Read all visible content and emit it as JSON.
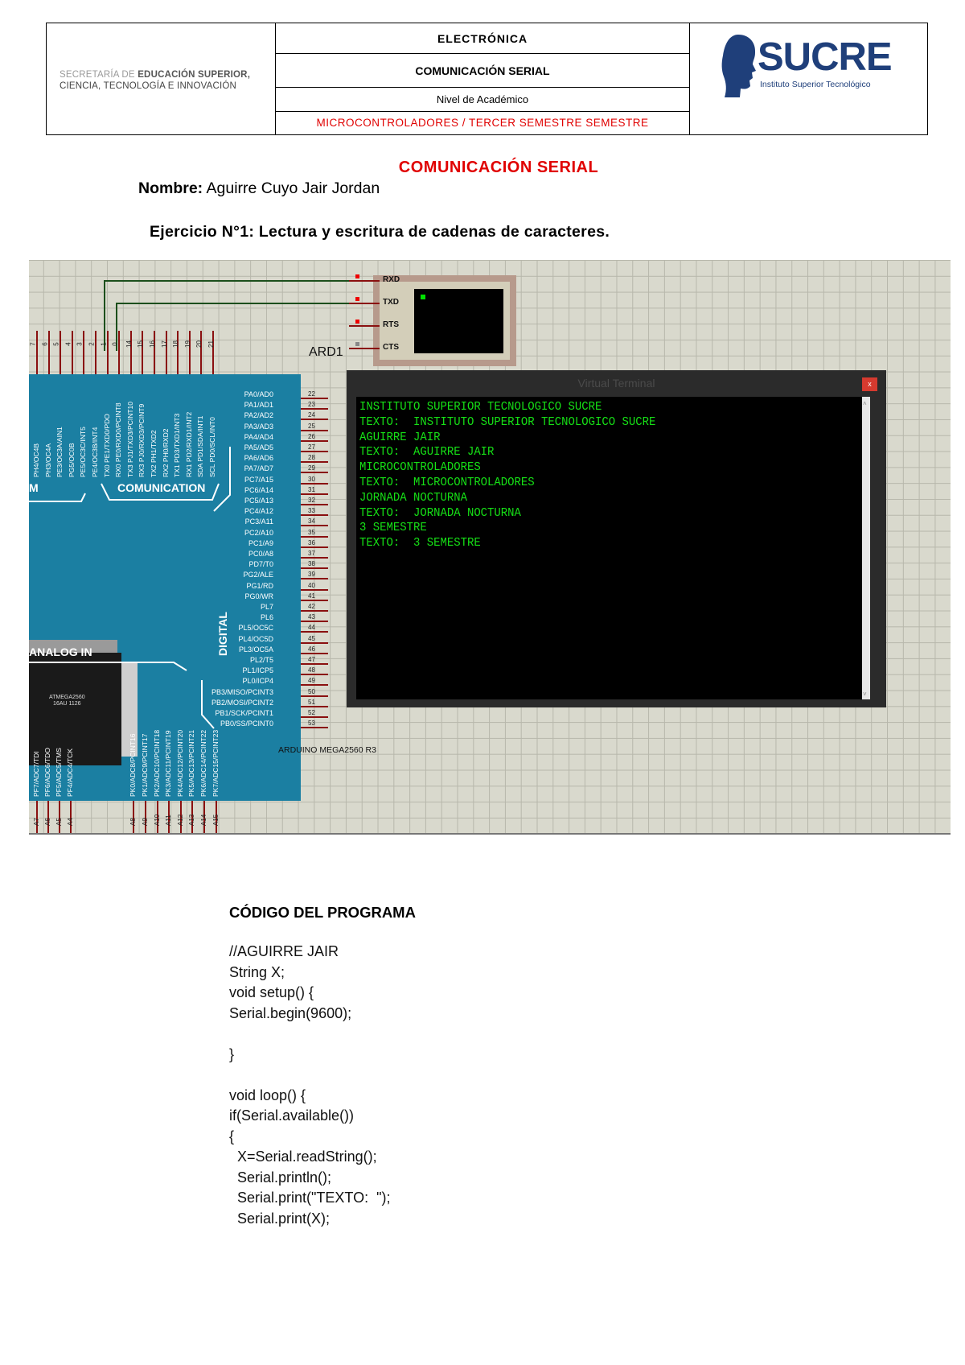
{
  "header": {
    "secretaria_line1_light": "SECRETARÍA DE",
    "secretaria_line1_bold": "EDUCACIÓN SUPERIOR,",
    "secretaria_line2": "CIENCIA, TECNOLOGÍA E INNOVACIÓN",
    "area": "ELECTRÓNICA",
    "topic": "COMUNICACIÓN SERIAL",
    "level": "Nivel de Académico",
    "course": "MICROCONTROLADORES / TERCER SEMESTRE SEMESTRE",
    "logo_word": "SUCRE",
    "logo_sub": "Instituto Superior Tecnológico"
  },
  "document": {
    "title": "COMUNICACIÓN SERIAL",
    "name_label": "Nombre:",
    "name_value": "Aguirre Cuyo Jair Jordan",
    "exercise": "Ejercicio N°1: Lectura y escritura de cadenas de caracteres."
  },
  "schematic": {
    "component_ref": "ARD1",
    "board_caption": "ARDUINO MEGA2560 R3",
    "chip_text": "ATMEGA2560\n16AU 1126",
    "labels": {
      "communication": "COMUNICATION",
      "digital": "DIGITAL",
      "analog": "ANALOG IN",
      "left_cut": "M"
    },
    "connector_pins": [
      "RXD",
      "TXD",
      "RTS",
      "CTS"
    ],
    "right_pins": [
      "PA0/AD0",
      "PA1/AD1",
      "PA2/AD2",
      "PA3/AD3",
      "PA4/AD4",
      "PA5/AD5",
      "PA6/AD6",
      "PA7/AD7",
      "PC7/A15",
      "PC6/A14",
      "PC5/A13",
      "PC4/A12",
      "PC3/A11",
      "PC2/A10",
      "PC1/A9",
      "PC0/A8",
      "PD7/T0",
      "PG2/ALE",
      "PG1/RD",
      "PG0/WR",
      "PL7",
      "PL6",
      "PL5/OC5C",
      "PL4/OC5D",
      "PL3/OC5A",
      "PL2/T5",
      "PL1/ICP5",
      "PL0/ICP4",
      "PB3/MISO/PCINT3",
      "PB2/MOSI/PCINT2",
      "PB1/SCK/PCINT1",
      "PB0/SS/PCINT0"
    ],
    "right_pin_numbers": [
      "22",
      "23",
      "24",
      "25",
      "26",
      "27",
      "28",
      "29",
      "30",
      "31",
      "32",
      "33",
      "34",
      "35",
      "36",
      "37",
      "38",
      "39",
      "40",
      "41",
      "42",
      "43",
      "44",
      "45",
      "46",
      "47",
      "48",
      "49",
      "50",
      "51",
      "52",
      "53"
    ],
    "top_pins": [
      "PH4/OC4B",
      "PH3/OC4A",
      "PE3/OC3A/AIN1",
      "PG5/OC0B",
      "PE5/OC3C/INT5",
      "PE4/OC3B/INT4",
      "TX0 PE1/TXD0/PDO",
      "RX0 PE0/RXD0/PCINT8",
      "TX3 PJ1/TXD3/PCINT10",
      "RX3 PJ0/RXD3/PCINT9",
      "TX2 PH1/TXD2",
      "RX2 PH0/RXD2",
      "TX1 PD3/TXD1/INT3",
      "RX1 PD2/RXD1/INT2",
      "SDA PD1/SDA/INT1",
      "SCL PD0/SCL/INT0"
    ],
    "top_pin_numbers": [
      "7",
      "6",
      "5",
      "4",
      "3",
      "2",
      "1",
      "0",
      "14",
      "15",
      "16",
      "17",
      "18",
      "19",
      "20",
      "21"
    ],
    "bottom_pins": [
      "PF7/ADC7/TDI",
      "PF6/ADC6/TDO",
      "PF5/ADC5/TMS",
      "PF4/ADC4/TCK",
      "PK0/ADC8/PCINT16",
      "PK1/ADC9/PCINT17",
      "PK2/ADC10/PCINT18",
      "PK3/ADC11/PCINT19",
      "PK4/ADC12/PCINT20",
      "PK5/ADC13/PCINT21",
      "PK6/ADC14/PCINT22",
      "PK7/ADC15/PCINT23"
    ],
    "bottom_pin_numbers": [
      "A7",
      "A6",
      "A5",
      "A4",
      "A8",
      "A9",
      "A10",
      "A11",
      "A12",
      "A13",
      "A14",
      "A15"
    ]
  },
  "terminal": {
    "title": "Virtual Terminal",
    "close": "x",
    "lines": [
      "INSTITUTO SUPERIOR TECNOLOGICO SUCRE",
      "TEXTO:  INSTITUTO SUPERIOR TECNOLOGICO SUCRE",
      "AGUIRRE JAIR",
      "TEXTO:  AGUIRRE JAIR",
      "MICROCONTROLADORES",
      "TEXTO:  MICROCONTROLADORES",
      "JORNADA NOCTURNA",
      "TEXTO:  JORNADA NOCTURNA",
      "3 SEMESTRE",
      "TEXTO:  3 SEMESTRE"
    ]
  },
  "code": {
    "heading": "CÓDIGO DEL PROGRAMA",
    "body": "//AGUIRRE JAIR\nString X;\nvoid setup() {\nSerial.begin(9600);\n\n}\n\nvoid loop() {\nif(Serial.available())\n{\n  X=Serial.readString();\n  Serial.println();\n  Serial.print(\"TEXTO:  \");\n  Serial.print(X);"
  }
}
